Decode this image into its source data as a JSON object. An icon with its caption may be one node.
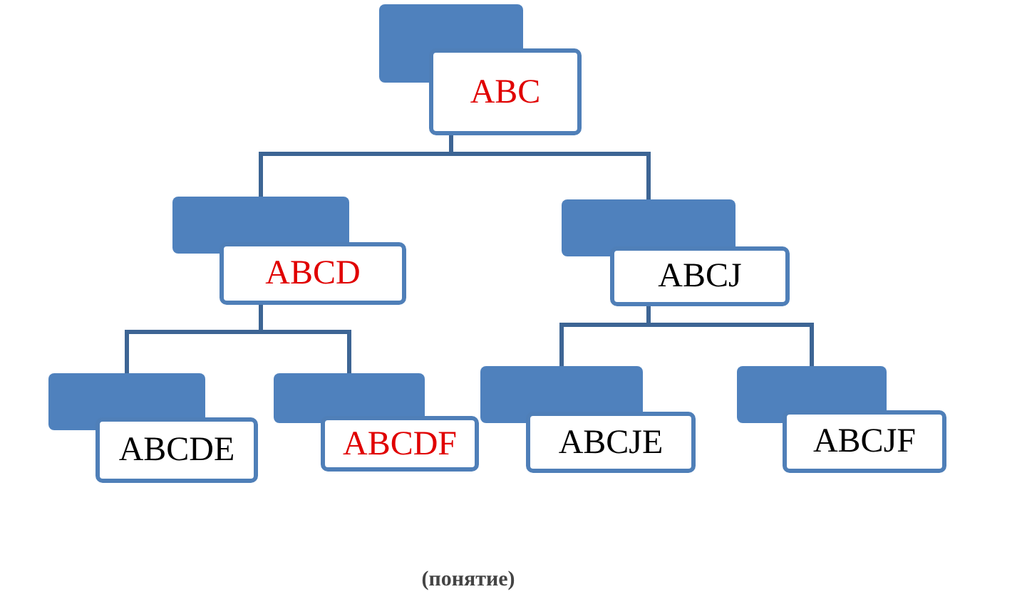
{
  "diagram": {
    "caption": "(понятие)",
    "nodes": [
      {
        "text": [
          "ABC"
        ]
      },
      {
        "text": [
          "ABCD"
        ]
      },
      {
        "text": [
          "ABCJ"
        ]
      },
      {
        "text": [
          "ABCDE"
        ]
      },
      {
        "text": [
          "ABCDF"
        ]
      },
      {
        "text": [
          "ABCJE"
        ]
      },
      {
        "text": [
          "ABCJF"
        ]
      }
    ],
    "edges": [
      {
        "from": 0,
        "to": 1,
        "arrow": "none"
      },
      {
        "from": 0,
        "to": 2,
        "arrow": "none"
      },
      {
        "from": 1,
        "to": 3,
        "arrow": "none"
      },
      {
        "from": 1,
        "to": 4,
        "arrow": "none"
      },
      {
        "from": 2,
        "to": 5,
        "arrow": "none"
      },
      {
        "from": 2,
        "to": 6,
        "arrow": "none"
      }
    ]
  }
}
